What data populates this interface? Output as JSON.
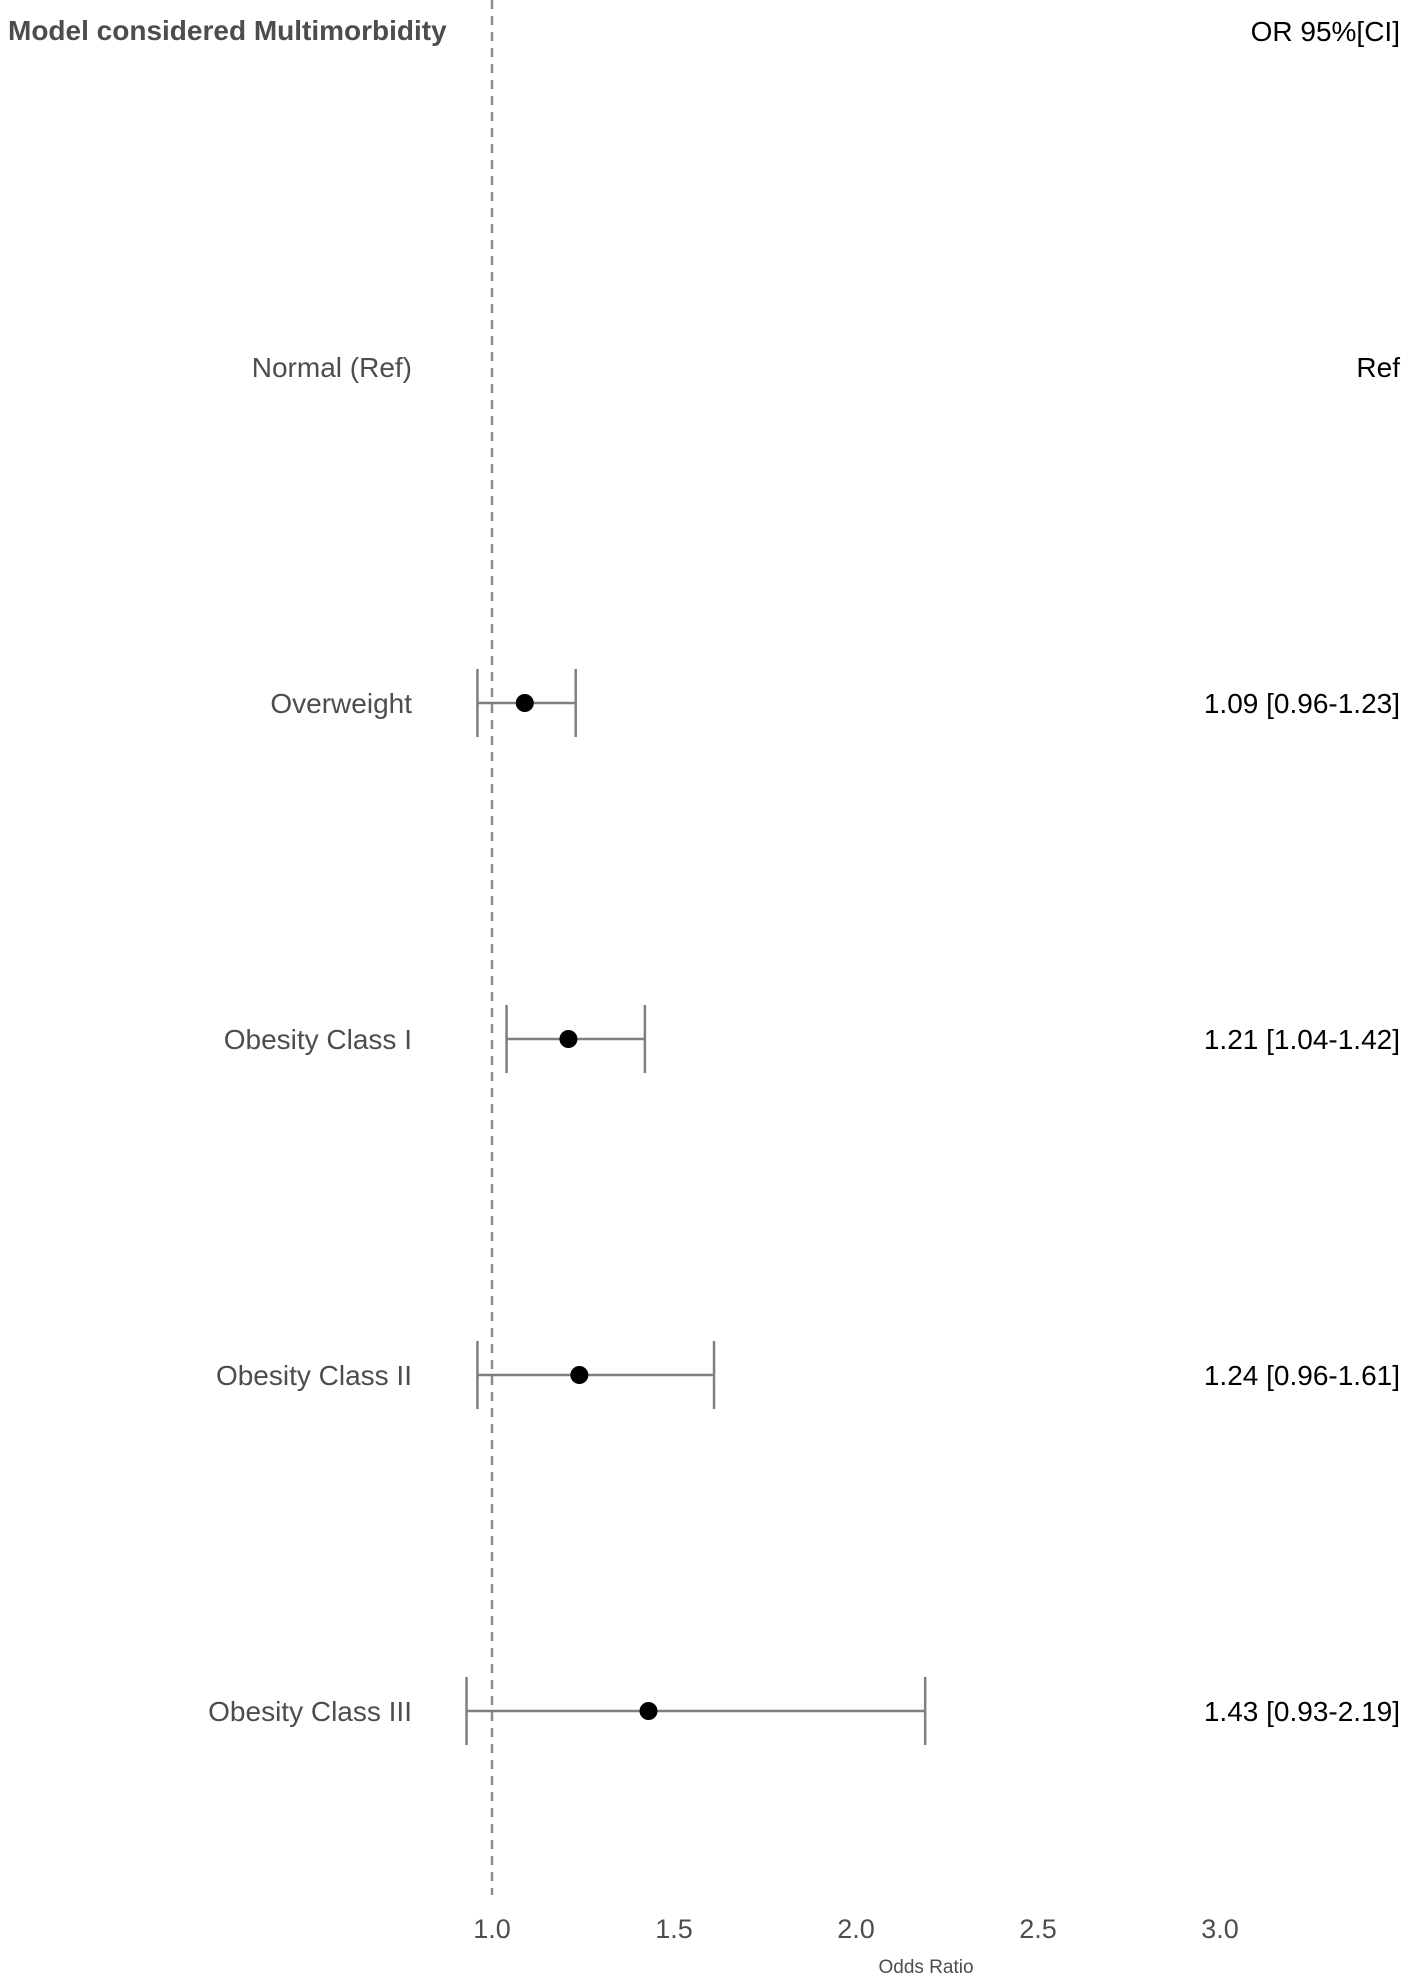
{
  "chart_data": {
    "type": "forest",
    "header_left": "Model considered Multimorbidity",
    "header_right": "OR 95%[CI]",
    "xlabel": "Odds Ratio",
    "xlim": [
      0.9,
      3.0
    ],
    "xticks": [
      "1.0",
      "1.5",
      "2.0",
      "2.5",
      "3.0"
    ],
    "reference_line": 1.0,
    "rows": [
      {
        "label": "Normal (Ref)",
        "or": null,
        "lower": null,
        "upper": null,
        "text": "Ref"
      },
      {
        "label": "Overweight",
        "or": 1.09,
        "lower": 0.96,
        "upper": 1.23,
        "text": "1.09 [0.96-1.23]"
      },
      {
        "label": "Obesity Class I",
        "or": 1.21,
        "lower": 1.04,
        "upper": 1.42,
        "text": "1.21 [1.04-1.42]"
      },
      {
        "label": "Obesity Class II",
        "or": 1.24,
        "lower": 0.96,
        "upper": 1.61,
        "text": "1.24 [0.96-1.61]"
      },
      {
        "label": "Obesity Class III",
        "or": 1.43,
        "lower": 0.93,
        "upper": 2.19,
        "text": "1.43 [0.93-2.19]"
      }
    ],
    "colors": {
      "point": "#000000",
      "ci": "#7f7f7f",
      "refline": "#8c8c8c",
      "label": "#4d4d4d",
      "value": "#000000"
    }
  }
}
